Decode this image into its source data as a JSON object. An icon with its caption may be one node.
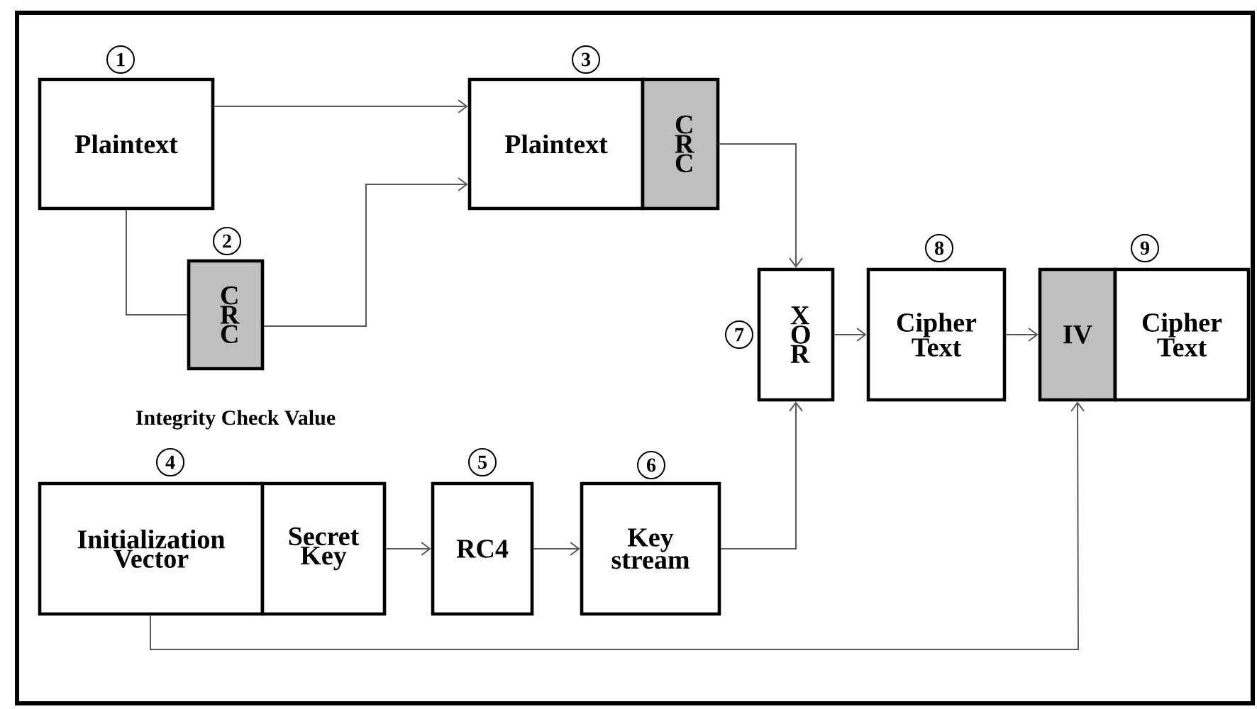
{
  "diagram": {
    "nodes": [
      {
        "text": [
          "Plaintext"
        ],
        "beside": [
          "1"
        ]
      },
      {
        "text": [
          "C R C"
        ],
        "beside": [
          "2",
          "Integrity Check Value"
        ]
      },
      {
        "text": [
          "Plaintext"
        ],
        "beside": [
          "3"
        ]
      },
      {
        "text": [
          "C R C"
        ]
      },
      {
        "text": [
          "Initialization Vector"
        ],
        "beside": [
          "4"
        ]
      },
      {
        "text": [
          "Secret Key"
        ]
      },
      {
        "text": [
          "RC4"
        ],
        "beside": [
          "5"
        ]
      },
      {
        "text": [
          "Key stream"
        ],
        "beside": [
          "6"
        ]
      },
      {
        "text": [
          "X O R"
        ],
        "beside": [
          "7"
        ]
      },
      {
        "text": [
          "Cipher Text"
        ],
        "beside": [
          "8"
        ]
      },
      {
        "text": [
          "IV"
        ]
      },
      {
        "text": [
          "Cipher Text"
        ],
        "beside": [
          "9"
        ]
      }
    ],
    "edges": [
      {
        "from": 0,
        "to": 2,
        "arrow": "to"
      },
      {
        "from": 0,
        "to": 1,
        "arrow": "none"
      },
      {
        "from": 1,
        "to": 2,
        "arrow": "to"
      },
      {
        "from": 3,
        "to": 8,
        "arrow": "to"
      },
      {
        "from": 5,
        "to": 6,
        "arrow": "to"
      },
      {
        "from": 6,
        "to": 7,
        "arrow": "to"
      },
      {
        "from": 7,
        "to": 8,
        "arrow": "to"
      },
      {
        "from": 8,
        "to": 9,
        "arrow": "to"
      },
      {
        "from": 9,
        "to": 10,
        "arrow": "to"
      },
      {
        "from": 4,
        "to": 10,
        "arrow": "to"
      }
    ]
  }
}
